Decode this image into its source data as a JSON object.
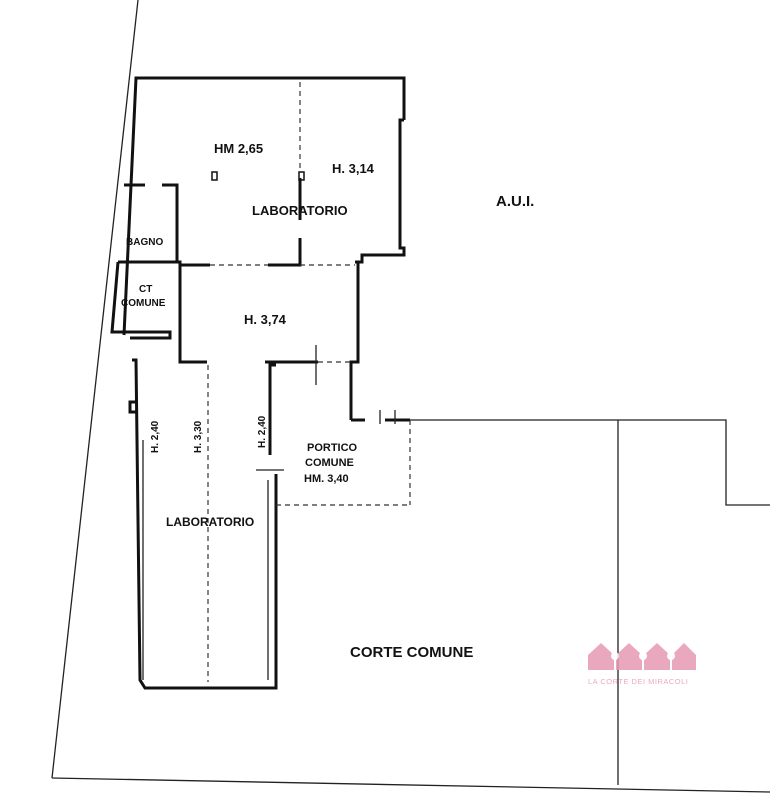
{
  "labels": {
    "hm_265": "HM 2,65",
    "h_314": "H. 3,14",
    "laboratorio_top": "LABORATORIO",
    "aui": "A.U.I.",
    "bagno": "BAGNO",
    "ct": "CT",
    "comune": "COMUNE",
    "h_374": "H. 3,74",
    "h_240_left": "H. 2,40",
    "h_330": "H. 3,30",
    "h_240_right": "H. 2,40",
    "portico": "PORTICO",
    "portico_comune": "COMUNE",
    "hm_340": "HM. 3,40",
    "laboratorio_bottom": "LABORATORIO",
    "corte_comune": "CORTE COMUNE"
  },
  "watermark": {
    "text": "LA CORTE DEI MIRACOLI",
    "color": "#e79ab4"
  }
}
